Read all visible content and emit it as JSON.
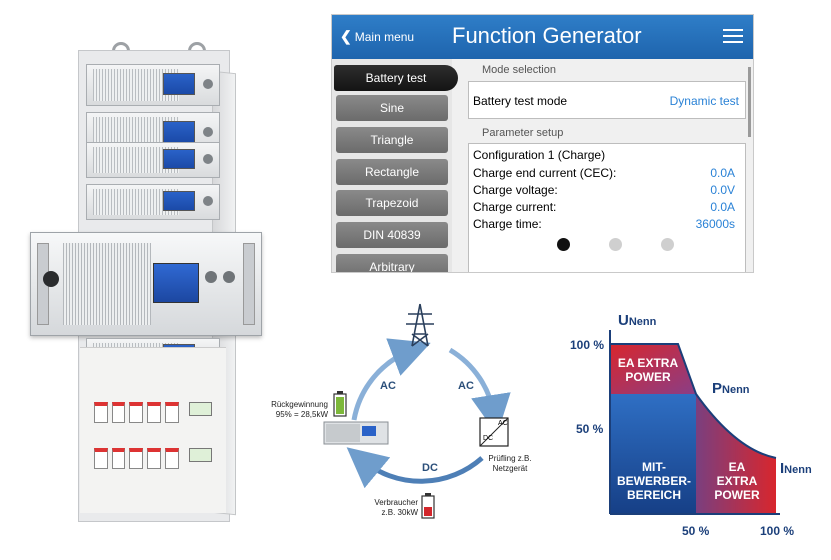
{
  "ui": {
    "header": {
      "back_label": "Main menu",
      "title": "Function Generator"
    },
    "sidebar": {
      "items": [
        {
          "label": "Battery test",
          "active": true
        },
        {
          "label": "Sine",
          "active": false
        },
        {
          "label": "Triangle",
          "active": false
        },
        {
          "label": "Rectangle",
          "active": false
        },
        {
          "label": "Trapezoid",
          "active": false
        },
        {
          "label": "DIN 40839",
          "active": false
        },
        {
          "label": "Arbitrary",
          "active": false
        }
      ]
    },
    "mode_selection": {
      "section_label": "Mode selection",
      "label": "Battery test mode",
      "value": "Dynamic test"
    },
    "parameter_setup": {
      "section_label": "Parameter setup",
      "title": "Configuration 1 (Charge)",
      "rows": [
        {
          "label": "Charge end current (CEC):",
          "value": "0.0A"
        },
        {
          "label": "Charge voltage:",
          "value": "0.0V"
        },
        {
          "label": "Charge current:",
          "value": "0.0A"
        },
        {
          "label": "Charge time:",
          "value": "36000s"
        }
      ],
      "page_count": 3,
      "active_page": 1
    },
    "colors": {
      "header_blue": "#1e64ad",
      "value_blue": "#2a82d6",
      "active_tab": "#141414"
    }
  },
  "cycle_diagram": {
    "labels": {
      "ac_left": "AC",
      "ac_right": "AC",
      "dc": "DC",
      "converter_ac": "AC",
      "converter_dc": "DC"
    },
    "notes": {
      "recovery": [
        "Rückgewinnung",
        "95% = 28,5kW"
      ],
      "device_under_test": [
        "Prüfling z.B.",
        "Netzgerät"
      ],
      "consumer": [
        "Verbraucher",
        "z.B. 30kW"
      ]
    },
    "icons": [
      "power-tower-icon",
      "battery-full-icon",
      "battery-low-icon",
      "converter-icon",
      "power-supply-icon"
    ]
  },
  "power_chart": {
    "y_axis": {
      "symbol": "U",
      "subscript": "Nenn"
    },
    "p_label": {
      "symbol": "P",
      "subscript": "Nenn"
    },
    "i_label": {
      "symbol": "I",
      "subscript": "Nenn"
    },
    "y_ticks": [
      "100 %",
      "50 %"
    ],
    "x_ticks": [
      "50 %",
      "100 %"
    ],
    "regions": {
      "top": [
        "EA EXTRA",
        "POWER"
      ],
      "center": [
        "MIT-",
        "BEWERBER-",
        "BEREICH"
      ],
      "right": [
        "EA",
        "EXTRA",
        "POWER"
      ]
    },
    "colors": {
      "red": "#d8262d",
      "blue": "#1e4f9c",
      "axis": "#1b3f7a"
    }
  }
}
